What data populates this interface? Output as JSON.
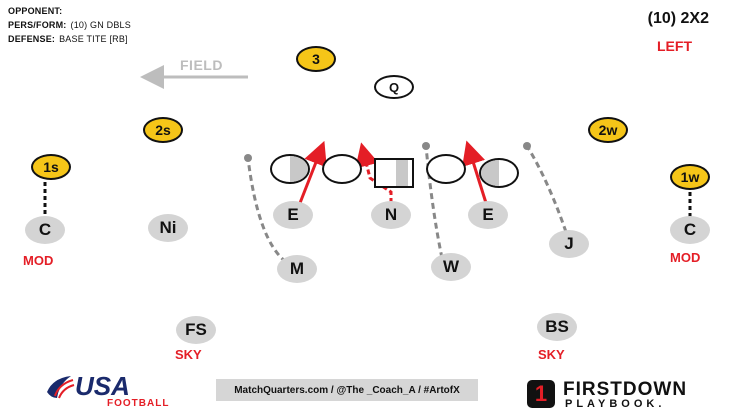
{
  "header": {
    "opponent_label": "OPPONENT:",
    "opponent_value": "",
    "pers_form_label": "PERS/FORM:",
    "pers_form_value": "(10) GN DBLS",
    "defense_label": "DEFENSE:",
    "defense_value": "BASE TITE [RB]",
    "formation": "(10) 2X2",
    "side": "LEFT"
  },
  "field_label": "FIELD",
  "offense": {
    "qb": "Q",
    "receivers": {
      "r3": "3",
      "r2s": "2s",
      "r1s": "1s",
      "r2w": "2w",
      "r1w": "1w"
    }
  },
  "defense": {
    "c_left": "C",
    "c_right": "C",
    "ni": "Ni",
    "e_left": "E",
    "n": "N",
    "e_right": "E",
    "m": "M",
    "w": "W",
    "j": "J",
    "fs": "FS",
    "bs": "BS"
  },
  "tags": {
    "mod_left": "MOD",
    "mod_right": "MOD",
    "sky_left": "SKY",
    "sky_right": "SKY"
  },
  "footer": {
    "credit": "MatchQuarters.com / @The _Coach_A / #ArtofX",
    "usa_brand": "USA",
    "usa_sub": "FOOTBALL",
    "firstdown_mark": "1",
    "firstdown_line1": "FIRSTDOWN",
    "firstdown_line2": "PLAYBOOK."
  },
  "colors": {
    "red": "#e41e26",
    "yellow": "#f5c518",
    "gray": "#d4d4d4",
    "navy": "#1a2a6c"
  },
  "icons": [
    "field-direction-arrow-icon",
    "usa-flag-icon"
  ]
}
